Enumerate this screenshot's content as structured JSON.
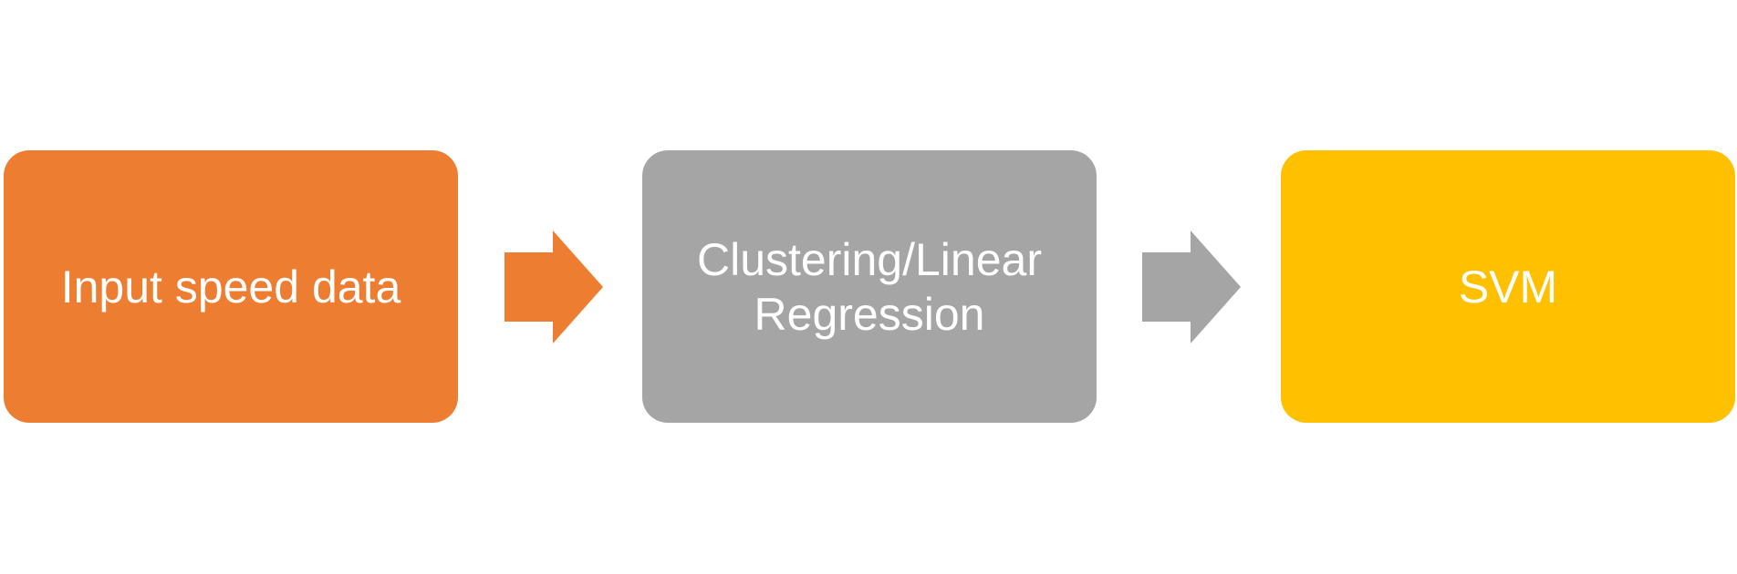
{
  "colors": {
    "step1": "#ED7D31",
    "step2": "#A5A5A5",
    "step3": "#FFC000",
    "arrow1": "#ED7D31",
    "arrow2": "#A5A5A5",
    "text": "#FFFFFF"
  },
  "steps": [
    {
      "label": "Input speed data"
    },
    {
      "label": "Clustering/Linear\nRegression"
    },
    {
      "label": "SVM"
    }
  ],
  "arrows": [
    {
      "icon": "right-arrow-icon"
    },
    {
      "icon": "right-arrow-icon"
    }
  ]
}
